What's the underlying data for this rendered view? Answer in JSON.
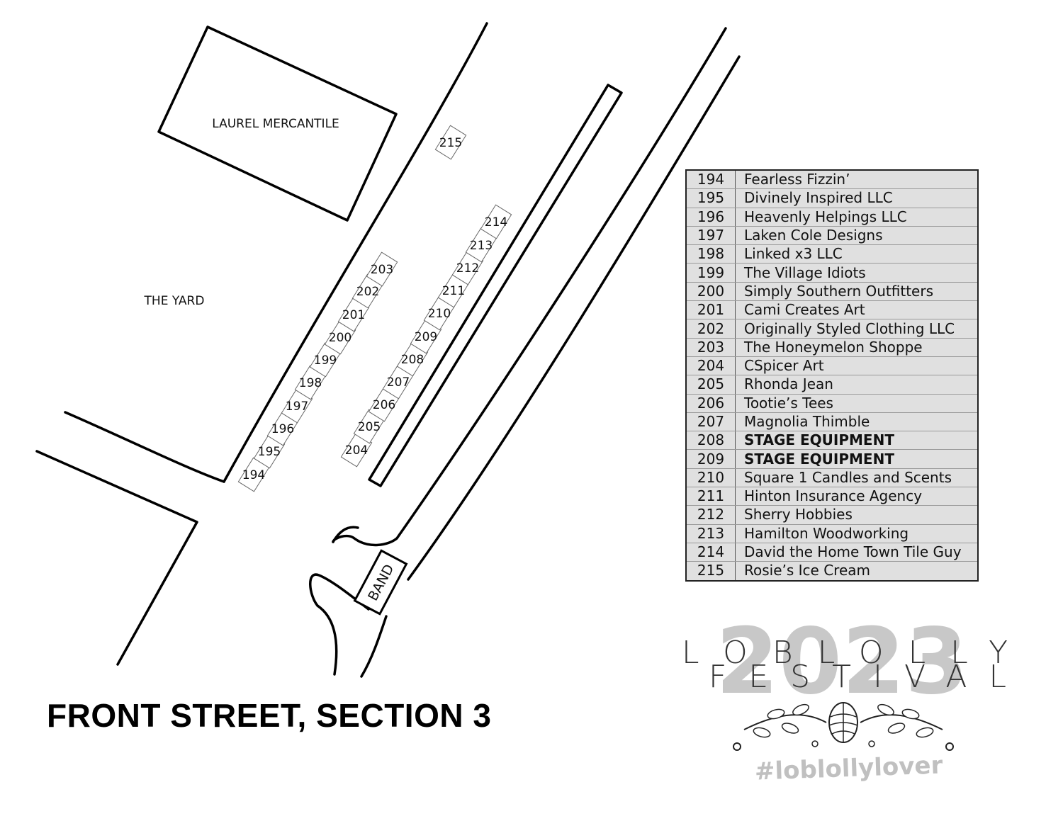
{
  "title": "FRONT STREET, SECTION 3",
  "buildings": {
    "laurel": "LAUREL MERCANTILE",
    "yard": "THE YARD",
    "band": "BAND"
  },
  "booths": [
    "194",
    "195",
    "196",
    "197",
    "198",
    "199",
    "200",
    "201",
    "202",
    "203",
    "204",
    "205",
    "206",
    "207",
    "208",
    "209",
    "210",
    "211",
    "212",
    "213",
    "214",
    "215"
  ],
  "vendors": [
    {
      "num": "194",
      "name": "Fearless Fizzin’",
      "bold": false
    },
    {
      "num": "195",
      "name": "Divinely Inspired LLC",
      "bold": false
    },
    {
      "num": "196",
      "name": "Heavenly Helpings LLC",
      "bold": false
    },
    {
      "num": "197",
      "name": "Laken Cole Designs",
      "bold": false
    },
    {
      "num": "198",
      "name": "Linked x3 LLC",
      "bold": false
    },
    {
      "num": "199",
      "name": "The Village Idiots",
      "bold": false
    },
    {
      "num": "200",
      "name": "Simply Southern Outfitters",
      "bold": false
    },
    {
      "num": "201",
      "name": "Cami Creates Art",
      "bold": false
    },
    {
      "num": "202",
      "name": "Originally Styled Clothing LLC",
      "bold": false
    },
    {
      "num": "203",
      "name": "The Honeymelon Shoppe",
      "bold": false
    },
    {
      "num": "204",
      "name": "CSpicer Art",
      "bold": false
    },
    {
      "num": "205",
      "name": "Rhonda Jean",
      "bold": false
    },
    {
      "num": "206",
      "name": "Tootie’s Tees",
      "bold": false
    },
    {
      "num": "207",
      "name": "Magnolia Thimble",
      "bold": false
    },
    {
      "num": "208",
      "name": "STAGE EQUIPMENT",
      "bold": true
    },
    {
      "num": "209",
      "name": "STAGE EQUIPMENT",
      "bold": true
    },
    {
      "num": "210",
      "name": "Square 1 Candles and Scents",
      "bold": false
    },
    {
      "num": "211",
      "name": "Hinton Insurance Agency",
      "bold": false
    },
    {
      "num": "212",
      "name": "Sherry Hobbies",
      "bold": false
    },
    {
      "num": "213",
      "name": "Hamilton Woodworking",
      "bold": false
    },
    {
      "num": "214",
      "name": "David the Home Town Tile Guy",
      "bold": false
    },
    {
      "num": "215",
      "name": "Rosie’s Ice Cream",
      "bold": false
    }
  ],
  "logo": {
    "year": "2023",
    "word1": "LOBLOLLY",
    "word2": "FESTIVAL",
    "hashtag": "#loblollylover"
  }
}
